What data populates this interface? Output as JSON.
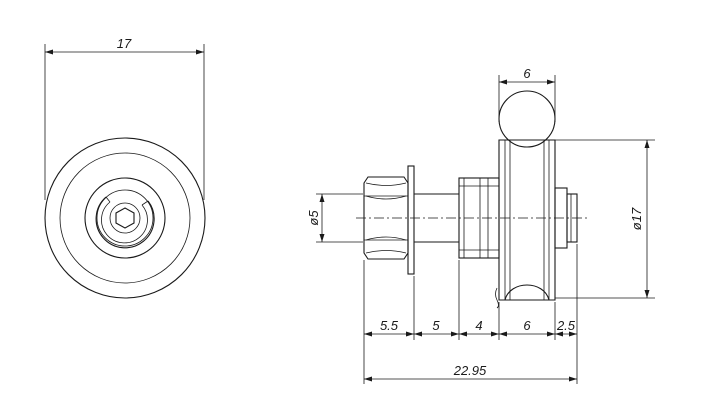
{
  "drawing": {
    "front_view": {
      "width_label": "17"
    },
    "side_view": {
      "shaft_diameter_label": "ø5",
      "wheel_diameter_label": "ø17",
      "groove_width_label": "6",
      "segment_labels": [
        "5.5",
        "5",
        "4",
        "6",
        "2.5"
      ],
      "total_length_label": "22.95"
    }
  }
}
